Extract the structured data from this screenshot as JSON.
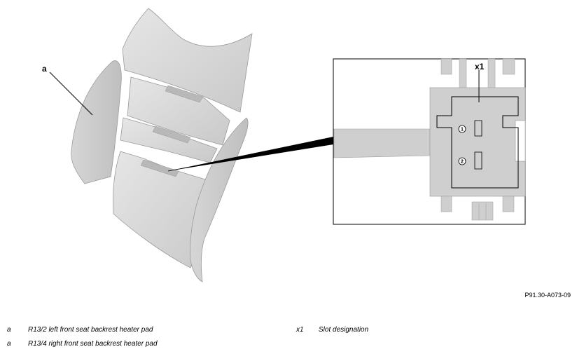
{
  "figure_id": "P91.30-A073-09",
  "callouts": {
    "a": "a",
    "x1": "x1",
    "slot1": "1",
    "slot2": "2"
  },
  "legend": [
    {
      "key": "a",
      "text": "R13/2 left front seat backrest heater pad"
    },
    {
      "key": "a",
      "text": "R13/4 right front seat backrest heater pad"
    },
    {
      "key": "x1",
      "text": "Slot designation"
    }
  ]
}
